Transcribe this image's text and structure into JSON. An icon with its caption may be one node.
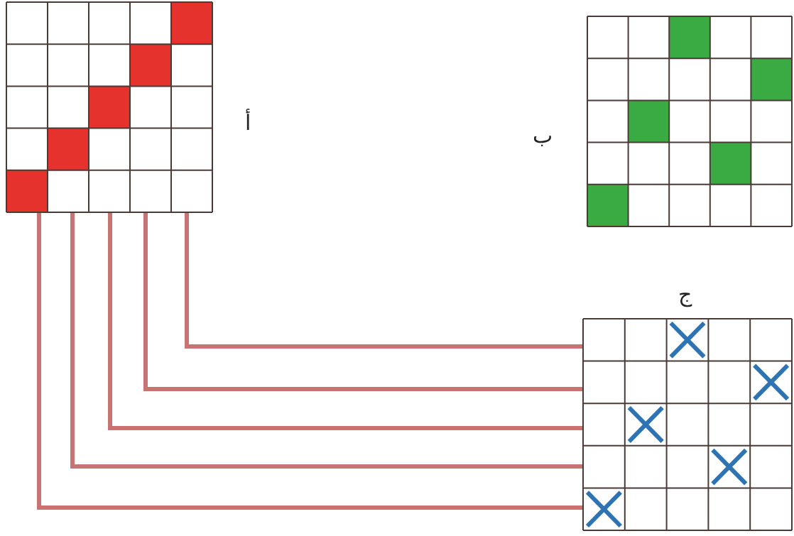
{
  "diagram": {
    "nodes": [
      {
        "text": [],
        "shape": "grid",
        "beside": [
          "أ"
        ]
      },
      {
        "text": [],
        "shape": "grid",
        "beside": [
          "ب"
        ]
      },
      {
        "text": [],
        "shape": "grid",
        "beside": [
          "ج"
        ]
      }
    ],
    "edges": [
      {
        "from": 0,
        "to": 2,
        "arrow": "none"
      },
      {
        "from": 0,
        "to": 2,
        "arrow": "none"
      },
      {
        "from": 0,
        "to": 2,
        "arrow": "none"
      },
      {
        "from": 0,
        "to": 2,
        "arrow": "none"
      },
      {
        "from": 0,
        "to": 2,
        "arrow": "none"
      }
    ]
  }
}
